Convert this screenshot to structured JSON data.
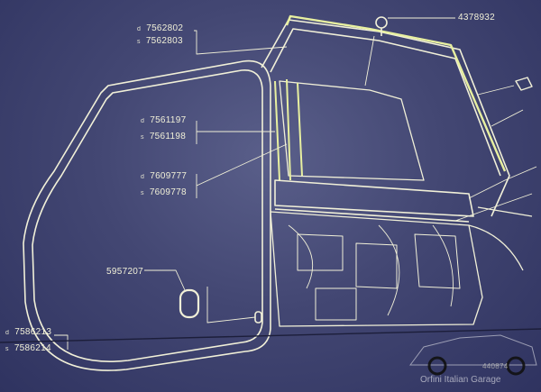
{
  "parts": [
    {
      "id": "p1",
      "side": "d",
      "code": "7562802"
    },
    {
      "id": "p2",
      "side": "s",
      "code": "7562803"
    },
    {
      "id": "p3",
      "side": "d",
      "code": "7561197"
    },
    {
      "id": "p4",
      "side": "s",
      "code": "7561198"
    },
    {
      "id": "p5",
      "side": "d",
      "code": "7609777"
    },
    {
      "id": "p6",
      "side": "s",
      "code": "7609778"
    },
    {
      "id": "p7",
      "side": "",
      "code": "5957207"
    },
    {
      "id": "p8",
      "side": "d",
      "code": "7586213"
    },
    {
      "id": "p9",
      "side": "s",
      "code": "7586214"
    },
    {
      "id": "p10",
      "side": "",
      "code": "4378932"
    }
  ],
  "watermark": {
    "text": "Orfini Italian Garage",
    "partial_code": "440874"
  },
  "colors": {
    "background": "#434773",
    "linework": "#f1f0d8",
    "glow": "#e8f0a0"
  }
}
